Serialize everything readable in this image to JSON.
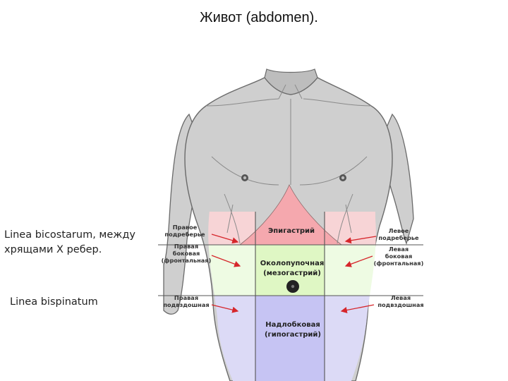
{
  "title": "Живот (abdomen).",
  "side_labels": {
    "line1": "Linea bicostarum, между хрящами X ребер.",
    "line2": "Linea bispinatum"
  },
  "regions": {
    "epigastric": "Эпигастрий",
    "meso_1": "Околопупочная",
    "meso_2": "(мезогастрий)",
    "hypo_1": "Надлобковая",
    "hypo_2": "(гипогастрий)"
  },
  "annotations": {
    "right_hypo_1": "Правое",
    "right_hypo_2": "подреберье",
    "right_lat_1": "Правая",
    "right_lat_2": "боковая",
    "right_lat_3": "(фронтальная)",
    "right_iliac_1": "Правая",
    "right_iliac_2": "подвздошная",
    "left_hypo_1": "Левое",
    "left_hypo_2": "подреберье",
    "left_lat_1": "Левая",
    "left_lat_2": "боковая",
    "left_lat_3": "(фронтальная)",
    "left_iliac_1": "Левая",
    "left_iliac_2": "подвздошная"
  },
  "colors": {
    "body": "#cfcfcf",
    "outline": "#6a6a6a",
    "epigastric": "#f5a8ae",
    "hypochondrium": "#f7d4d6",
    "umbilical": "#dff7c4",
    "lateral": "#eefbe3",
    "hypogastric": "#c6c4f3",
    "iliac": "#dcdaf6",
    "arrow": "#d6262b"
  }
}
